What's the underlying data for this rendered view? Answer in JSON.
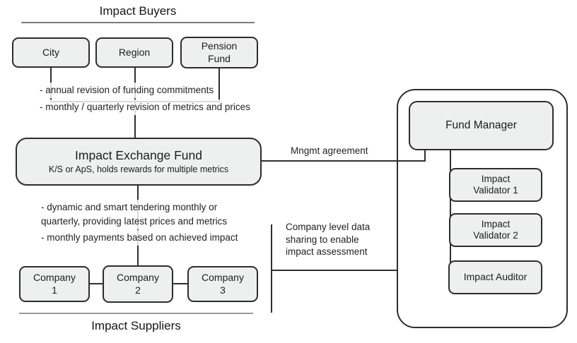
{
  "buyers": {
    "title": "Impact Buyers",
    "city": "City",
    "region": "Region",
    "pension": {
      "line1": "Pension",
      "line2": "Fund"
    },
    "note_annual": "- annual revision of funding commitments",
    "note_monthly": "- monthly / quarterly revision of metrics and prices"
  },
  "exchange_fund": {
    "title": "Impact Exchange Fund",
    "subtitle": "K/S or ApS, holds rewards for multiple metrics",
    "note_tendering_line1": "- dynamic and smart tendering monthly or",
    "note_tendering_line2": "quarterly, providing latest prices and metrics",
    "note_payments": "- monthly payments based on achieved impact"
  },
  "suppliers": {
    "title": "Impact Suppliers",
    "company1": {
      "line1": "Company",
      "line2": "1"
    },
    "company2": {
      "line1": "Company",
      "line2": "2"
    },
    "company3": {
      "line1": "Company",
      "line2": "3"
    }
  },
  "management": {
    "agreement_label": "Mngmt agreement",
    "fund_manager": "Fund Manager",
    "validator1": {
      "line1": "Impact",
      "line2": "Validator 1"
    },
    "validator2": {
      "line1": "Impact",
      "line2": "Validator 2"
    },
    "auditor": "Impact Auditor"
  },
  "data_sharing": {
    "line1": "Company level data",
    "line2": "sharing to enable",
    "line3": "impact assessment"
  },
  "colors": {
    "node_fill": "#eef0f0",
    "node_border": "#2d2d2d",
    "connector": "#2f2f2f",
    "underline_gray": "#7c7c7c"
  }
}
